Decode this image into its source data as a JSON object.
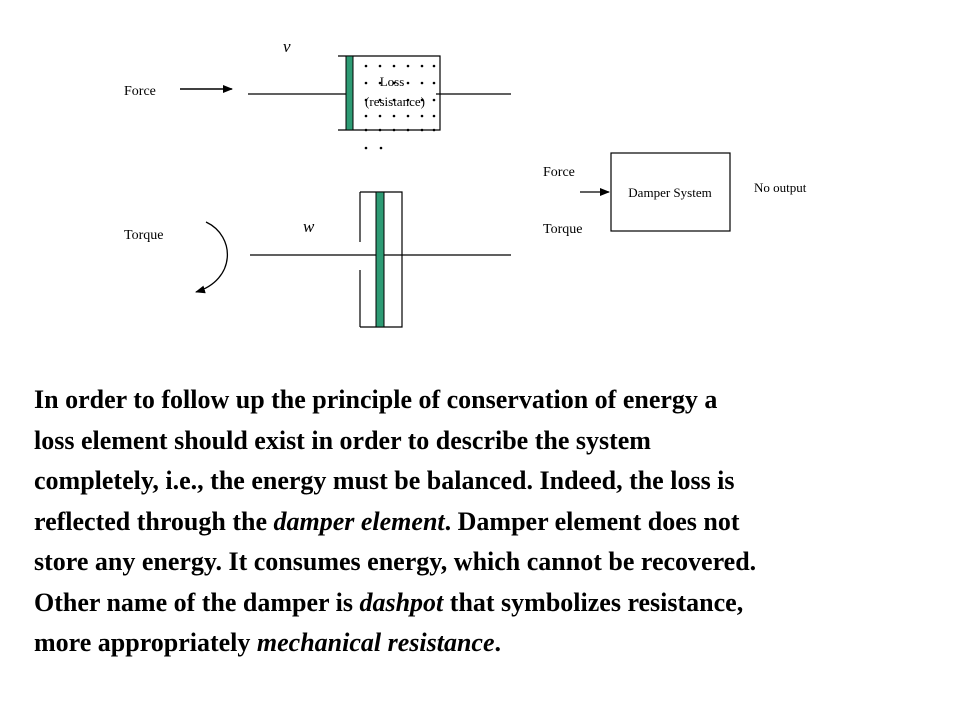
{
  "diagram": {
    "translational": {
      "velocity_symbol": "v",
      "input_label": "Force",
      "element_label_line1": "Loss",
      "element_label_line2": "(resistance)"
    },
    "rotational": {
      "velocity_symbol": "w",
      "input_label": "Torque"
    },
    "block": {
      "title": "Damper System",
      "input1": "Force",
      "input2": "Torque",
      "output": "No output"
    },
    "colors": {
      "piston": "#2e9b74",
      "line": "#000000"
    }
  },
  "paragraph": {
    "lines": [
      [
        {
          "text": "In order to follow up the principle of conservation of energy a",
          "italic": false
        }
      ],
      [
        {
          "text": "loss element should exist in order to describe the system",
          "italic": false
        }
      ],
      [
        {
          "text": "completely, i.e., the energy must be balanced. Indeed, the loss is",
          "italic": false
        }
      ],
      [
        {
          "text": "reflected through the ",
          "italic": false
        },
        {
          "text": "damper element",
          "italic": true
        },
        {
          "text": ". Damper element does not",
          "italic": false
        }
      ],
      [
        {
          "text": "store any energy. It consumes energy, which cannot be recovered.",
          "italic": false
        }
      ],
      [
        {
          "text": "Other name of the damper is ",
          "italic": false
        },
        {
          "text": "dashpot",
          "italic": true
        },
        {
          "text": " that symbolizes resistance,",
          "italic": false
        }
      ],
      [
        {
          "text": "more appropriately ",
          "italic": false
        },
        {
          "text": "mechanical resistance",
          "italic": true
        },
        {
          "text": ".",
          "italic": false
        }
      ]
    ]
  }
}
